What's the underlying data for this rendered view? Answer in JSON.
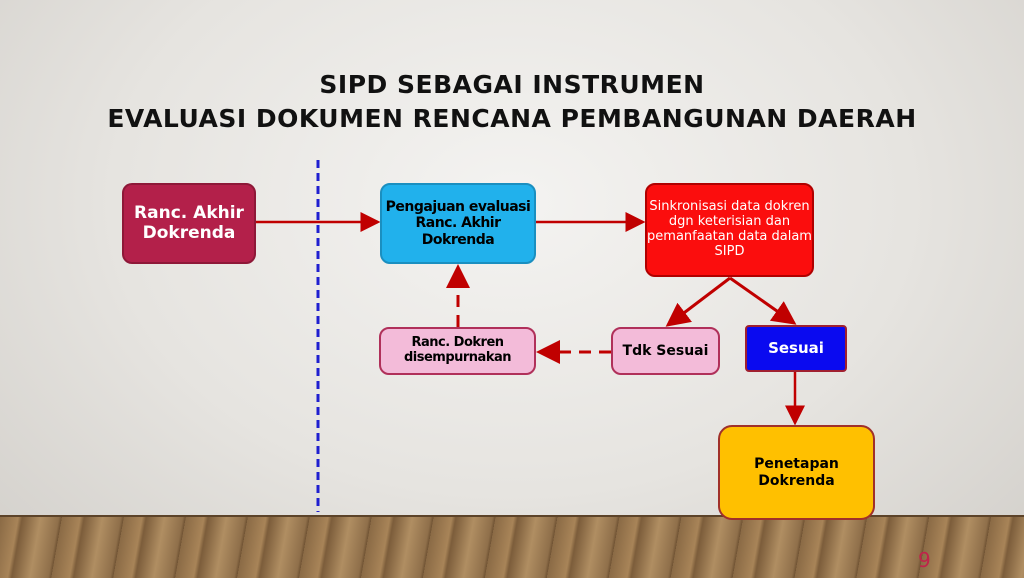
{
  "slide": {
    "title_line1": "SIPD SEBAGAI INSTRUMEN",
    "title_line2": "EVALUASI DOKUMEN RENCANA PEMBANGUNAN DAERAH",
    "page_number": "9"
  },
  "nodes": {
    "ranc_akhir": "Ranc. Akhir Dokrenda",
    "pengajuan": "Pengajuan evaluasi Ranc. Akhir Dokrenda",
    "sinkronisasi": "Sinkronisasi data dokren dgn keterisian dan pemanfaatan data dalam SIPD",
    "disempurnakan": "Ranc. Dokren disempurnakan",
    "tdk_sesuai": "Tdk Sesuai",
    "sesuai": "Sesuai",
    "penetapan": "Penetapan Dokrenda"
  },
  "colors": {
    "arrow": "#c00000",
    "divider": "#1f1fd0"
  }
}
